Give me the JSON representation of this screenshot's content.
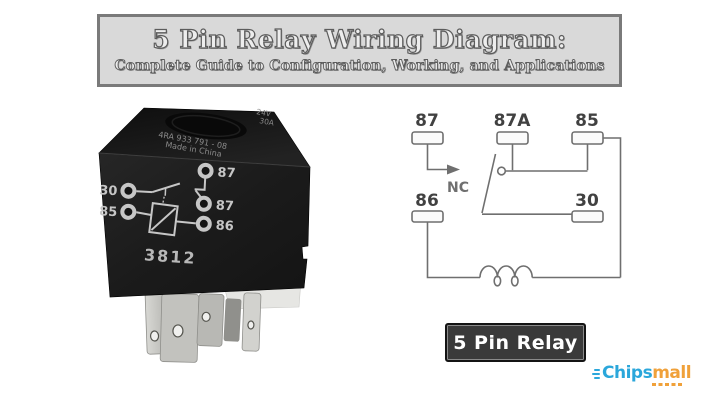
{
  "banner": {
    "title": "5 Pin Relay Wiring Diagram:",
    "subtitle": "Complete Guide to Configuration, Working, and Applications"
  },
  "relay_photo": {
    "top_marking_voltage": "24V",
    "top_marking_current": "30A",
    "top_marking_part": "4RA 933 791 - 08",
    "top_marking_origin": "Made in China",
    "face_pins": {
      "p30": "30",
      "p85": "85",
      "p87_top": "87",
      "p87_mid": "87",
      "p86": "86"
    },
    "face_code": "3812"
  },
  "diagram": {
    "pins": {
      "p87": "87",
      "p87a": "87A",
      "p85": "85",
      "p86": "86",
      "p30": "30"
    },
    "nc_label": "NC"
  },
  "caption": "5 Pin Relay",
  "logo": {
    "chips": "Chips",
    "mall": "mall"
  },
  "colors": {
    "banner_bg": "#d9d9d9",
    "banner_border": "#7a7a7a",
    "diagram_line": "#6f6f6f",
    "caption_bg": "#3a3a3a",
    "caption_text": "#ffffff",
    "logo_blue": "#2ba7db",
    "logo_orange": "#f0a13a",
    "relay_body": "#1b1b1b",
    "relay_print": "#c6c6c6"
  }
}
